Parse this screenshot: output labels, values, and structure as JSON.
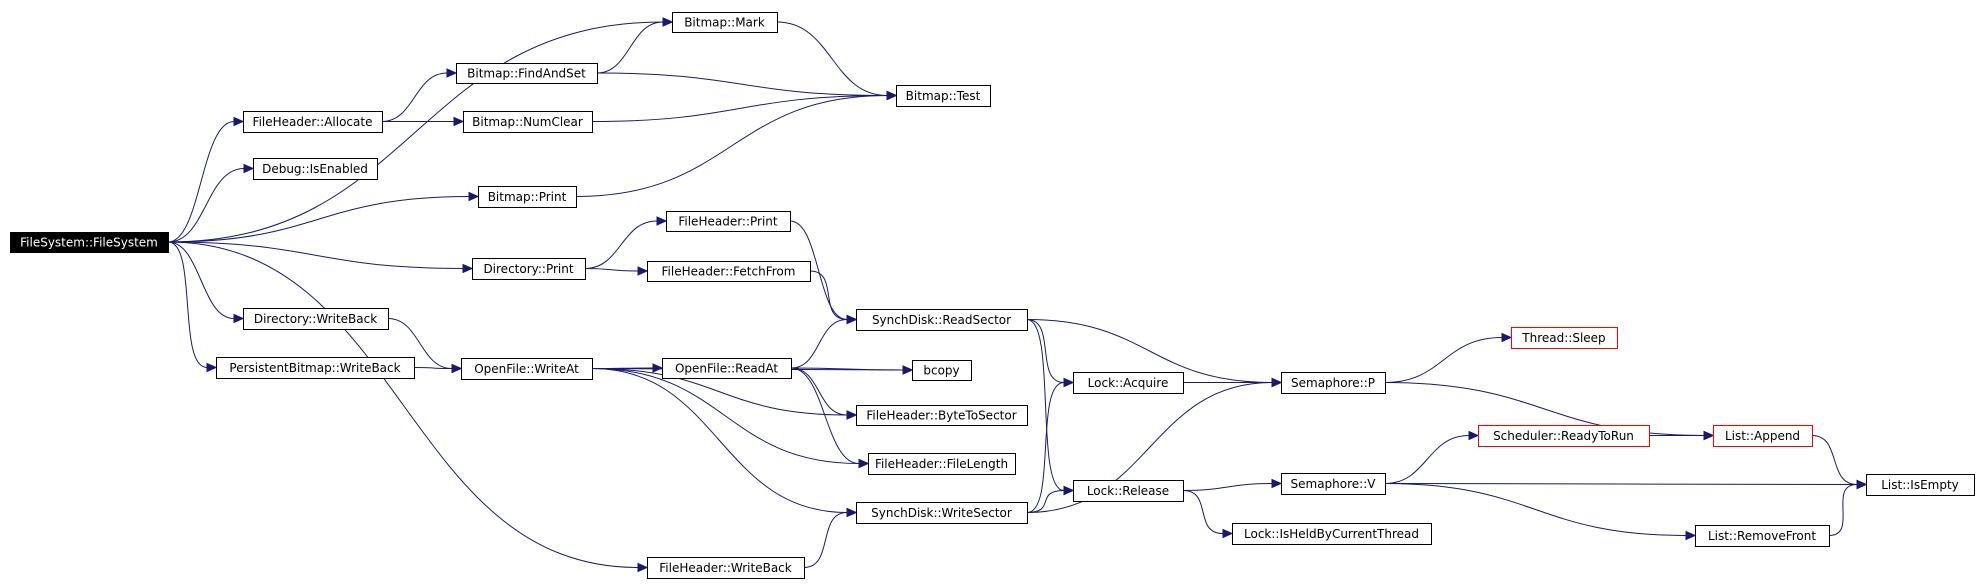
{
  "colors": {
    "edge": "#191970",
    "node_border": "#000000",
    "node_border_highlight": "#ff0000",
    "root_fill": "#000000",
    "root_text": "#ffffff"
  },
  "nodes": [
    {
      "id": "fs",
      "label": "FileSystem::FileSystem",
      "style": "root"
    },
    {
      "id": "bmark",
      "label": "Bitmap::Mark"
    },
    {
      "id": "bfind",
      "label": "Bitmap::FindAndSet"
    },
    {
      "id": "btest",
      "label": "Bitmap::Test"
    },
    {
      "id": "fhalloc",
      "label": "FileHeader::Allocate"
    },
    {
      "id": "bnum",
      "label": "Bitmap::NumClear"
    },
    {
      "id": "dbg",
      "label": "Debug::IsEnabled"
    },
    {
      "id": "bprint",
      "label": "Bitmap::Print"
    },
    {
      "id": "fhprint",
      "label": "FileHeader::Print"
    },
    {
      "id": "dprint",
      "label": "Directory::Print"
    },
    {
      "id": "fhfetch",
      "label": "FileHeader::FetchFrom"
    },
    {
      "id": "sdread",
      "label": "SynchDisk::ReadSector"
    },
    {
      "id": "dwb",
      "label": "Directory::WriteBack"
    },
    {
      "id": "tsleep",
      "label": "Thread::Sleep",
      "style": "red"
    },
    {
      "id": "pbwb",
      "label": "PersistentBitmap::WriteBack"
    },
    {
      "id": "ofwrite",
      "label": "OpenFile::WriteAt"
    },
    {
      "id": "ofread",
      "label": "OpenFile::ReadAt"
    },
    {
      "id": "bcopy",
      "label": "bcopy"
    },
    {
      "id": "lacq",
      "label": "Lock::Acquire"
    },
    {
      "id": "semp",
      "label": "Semaphore::P"
    },
    {
      "id": "fhbts",
      "label": "FileHeader::ByteToSector"
    },
    {
      "id": "sched",
      "label": "Scheduler::ReadyToRun",
      "style": "red"
    },
    {
      "id": "lappend",
      "label": "List::Append",
      "style": "red"
    },
    {
      "id": "fhlen",
      "label": "FileHeader::FileLength"
    },
    {
      "id": "lrel",
      "label": "Lock::Release"
    },
    {
      "id": "semv",
      "label": "Semaphore::V"
    },
    {
      "id": "lempty",
      "label": "List::IsEmpty"
    },
    {
      "id": "sdwrite",
      "label": "SynchDisk::WriteSector"
    },
    {
      "id": "lheld",
      "label": "Lock::IsHeldByCurrentThread"
    },
    {
      "id": "lremove",
      "label": "List::RemoveFront"
    },
    {
      "id": "fhwb",
      "label": "FileHeader::WriteBack"
    }
  ],
  "edges": [
    {
      "from": "fs",
      "to": "bmark"
    },
    {
      "from": "fs",
      "to": "fhalloc"
    },
    {
      "from": "fs",
      "to": "dbg"
    },
    {
      "from": "fs",
      "to": "bprint"
    },
    {
      "from": "fs",
      "to": "dprint"
    },
    {
      "from": "fs",
      "to": "dwb"
    },
    {
      "from": "fs",
      "to": "pbwb"
    },
    {
      "from": "fs",
      "to": "fhwb"
    },
    {
      "from": "fhalloc",
      "to": "bfind"
    },
    {
      "from": "fhalloc",
      "to": "bnum"
    },
    {
      "from": "bfind",
      "to": "bmark"
    },
    {
      "from": "bfind",
      "to": "btest"
    },
    {
      "from": "bmark",
      "to": "btest"
    },
    {
      "from": "bnum",
      "to": "btest"
    },
    {
      "from": "bprint",
      "to": "btest"
    },
    {
      "from": "dprint",
      "to": "fhprint"
    },
    {
      "from": "dprint",
      "to": "fhfetch"
    },
    {
      "from": "fhprint",
      "to": "sdread"
    },
    {
      "from": "fhfetch",
      "to": "sdread"
    },
    {
      "from": "dwb",
      "to": "ofwrite"
    },
    {
      "from": "pbwb",
      "to": "ofwrite"
    },
    {
      "from": "ofwrite",
      "to": "ofread"
    },
    {
      "from": "ofwrite",
      "to": "bcopy"
    },
    {
      "from": "ofwrite",
      "to": "fhbts"
    },
    {
      "from": "ofwrite",
      "to": "fhlen"
    },
    {
      "from": "ofwrite",
      "to": "sdwrite"
    },
    {
      "from": "ofread",
      "to": "sdread"
    },
    {
      "from": "ofread",
      "to": "bcopy"
    },
    {
      "from": "ofread",
      "to": "fhbts"
    },
    {
      "from": "ofread",
      "to": "fhlen"
    },
    {
      "from": "fhwb",
      "to": "sdwrite"
    },
    {
      "from": "sdread",
      "to": "lacq"
    },
    {
      "from": "sdread",
      "to": "semp"
    },
    {
      "from": "sdread",
      "to": "lrel"
    },
    {
      "from": "sdwrite",
      "to": "lacq"
    },
    {
      "from": "sdwrite",
      "to": "semp"
    },
    {
      "from": "sdwrite",
      "to": "lrel"
    },
    {
      "from": "lacq",
      "to": "semp"
    },
    {
      "from": "semp",
      "to": "tsleep"
    },
    {
      "from": "semp",
      "to": "lappend"
    },
    {
      "from": "lrel",
      "to": "semv"
    },
    {
      "from": "lrel",
      "to": "lheld"
    },
    {
      "from": "semv",
      "to": "sched"
    },
    {
      "from": "semv",
      "to": "lempty"
    },
    {
      "from": "semv",
      "to": "lremove"
    },
    {
      "from": "sched",
      "to": "lappend"
    },
    {
      "from": "lappend",
      "to": "lempty"
    },
    {
      "from": "lremove",
      "to": "lempty"
    }
  ]
}
